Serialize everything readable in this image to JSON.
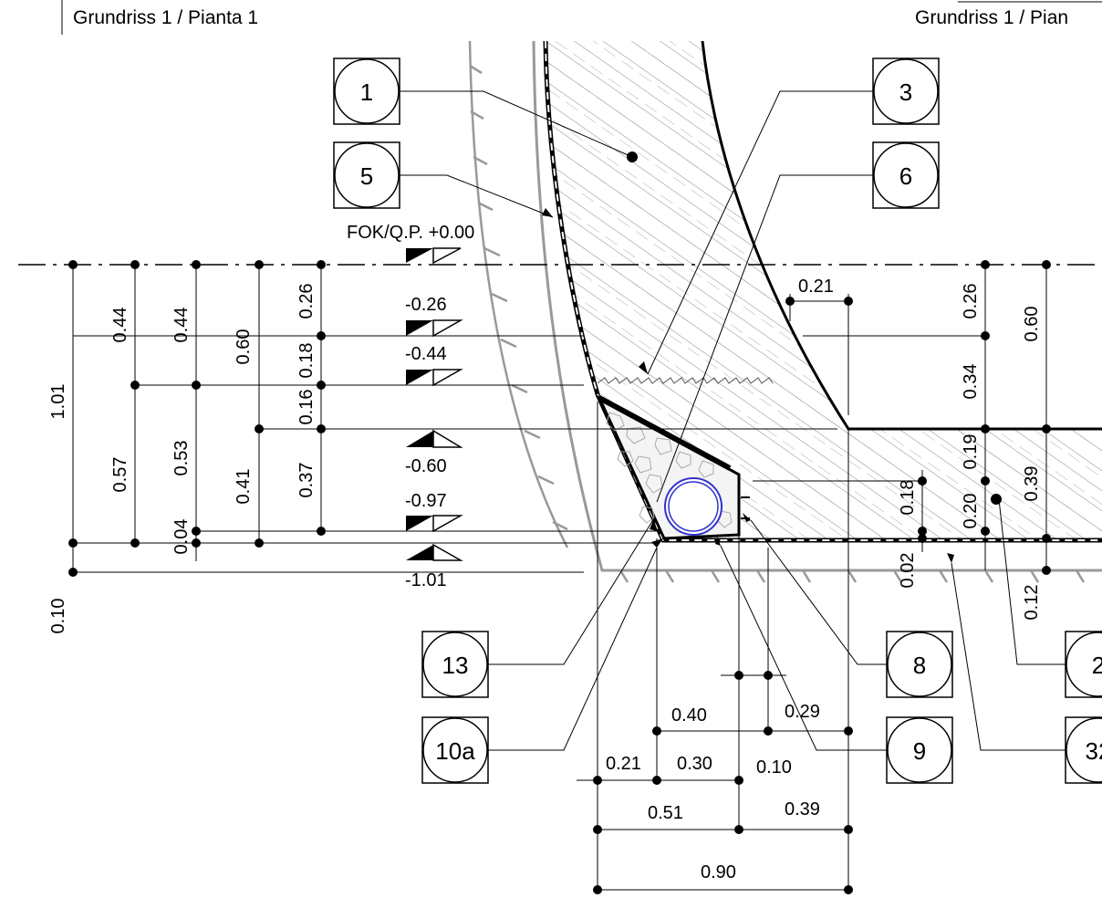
{
  "header": {
    "left_title": "Grundriss 1 / Pianta 1",
    "right_title": "Grundriss 1 / Pian"
  },
  "levels": {
    "ref": "FOK/Q.P. +0.00",
    "l1": "-0.26",
    "l2": "-0.44",
    "l3": "-0.60",
    "l4": "-0.97",
    "l5": "-1.01"
  },
  "tags": {
    "t1": "1",
    "t5": "5",
    "t3": "3",
    "t6": "6",
    "t13": "13",
    "t10a": "10a",
    "t8": "8",
    "t9": "9",
    "t2": "2",
    "t32": "32"
  },
  "dims": {
    "left_total": "1.01",
    "left_bottom": "0.10",
    "c2_top": "0.44",
    "c2_bot": "0.57",
    "c3_top": "0.44",
    "c3_bot": "0.53",
    "c3_small": "0.04",
    "c4_top": "0.60",
    "c4_bot": "0.41",
    "c5_a": "0.26",
    "c5_b": "0.18",
    "c5_c": "0.16",
    "c5_d": "0.37",
    "top_21": "0.21",
    "r_26": "0.26",
    "r_34": "0.34",
    "r_19": "0.19",
    "r_20": "0.20",
    "r_60": "0.60",
    "r_39": "0.39",
    "r_18": "0.18",
    "r_02": "0.02",
    "r_12": "0.12",
    "b_40": "0.40",
    "b_29": "0.29",
    "b_21": "0.21",
    "b_30": "0.30",
    "b_10": "0.10",
    "b_51": "0.51",
    "b_39": "0.39",
    "b_90": "0.90"
  }
}
